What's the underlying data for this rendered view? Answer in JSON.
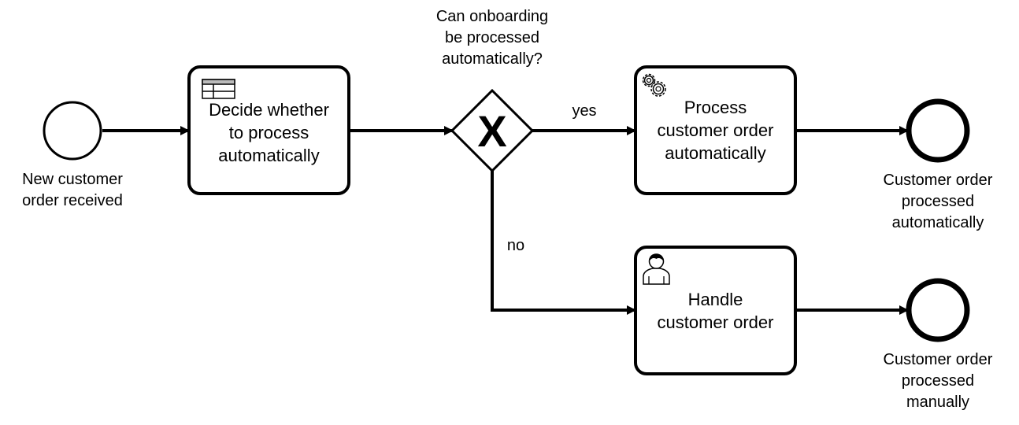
{
  "start_event": {
    "label_lines": [
      "New customer",
      "order received"
    ]
  },
  "tasks": {
    "decide": {
      "lines": [
        "Decide whether",
        "to process",
        "automatically"
      ],
      "icon": "decision-table-icon"
    },
    "process_auto": {
      "lines": [
        "Process",
        "customer order",
        "automatically"
      ],
      "icon": "gears-icon"
    },
    "handle": {
      "lines": [
        "Handle",
        "customer order"
      ],
      "icon": "user-icon"
    }
  },
  "gateway": {
    "label_lines": [
      "Can onboarding",
      "be processed",
      "automatically?"
    ],
    "marker": "X"
  },
  "flows": {
    "yes_label": "yes",
    "no_label": "no"
  },
  "end_events": {
    "auto": {
      "label_lines": [
        "Customer order",
        "processed",
        "automatically"
      ]
    },
    "manual": {
      "label_lines": [
        "Customer order",
        "processed",
        "manually"
      ]
    }
  }
}
